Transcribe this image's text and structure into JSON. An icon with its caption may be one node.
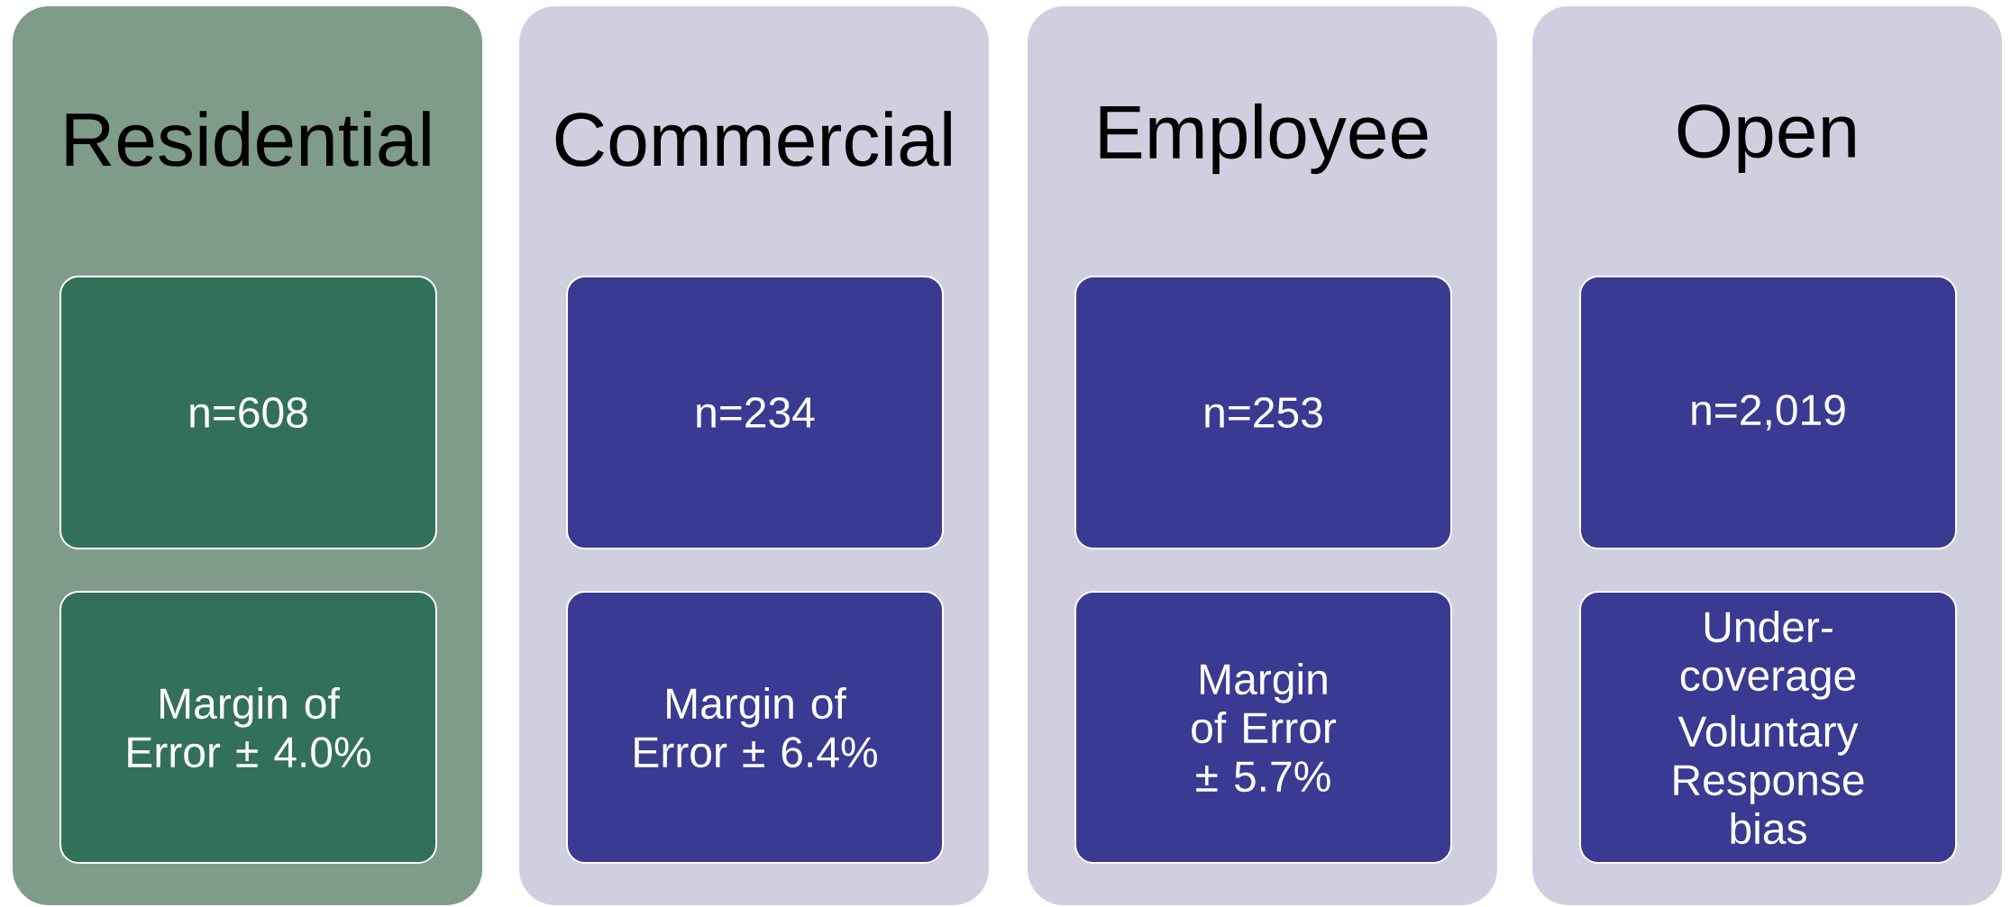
{
  "diagram": {
    "nodes": [
      {
        "text": [
          "Residential"
        ]
      },
      {
        "text": [
          "n=608"
        ],
        "in": 0
      },
      {
        "text": [
          "Margin of Error ± 4.0%"
        ],
        "in": 0
      },
      {
        "text": [
          "Commercial"
        ]
      },
      {
        "text": [
          "n=234"
        ],
        "in": 3
      },
      {
        "text": [
          "Margin of Error ± 6.4%"
        ],
        "in": 3
      },
      {
        "text": [
          "Employee"
        ]
      },
      {
        "text": [
          "n=253"
        ],
        "in": 6
      },
      {
        "text": [
          "Margin of Error ± 5.7%"
        ],
        "in": 6
      },
      {
        "text": [
          "Open"
        ]
      },
      {
        "text": [
          "n=2,019"
        ],
        "in": 9
      },
      {
        "text": [
          "Under-coverage",
          "Voluntary Response bias"
        ],
        "in": 9
      }
    ]
  }
}
